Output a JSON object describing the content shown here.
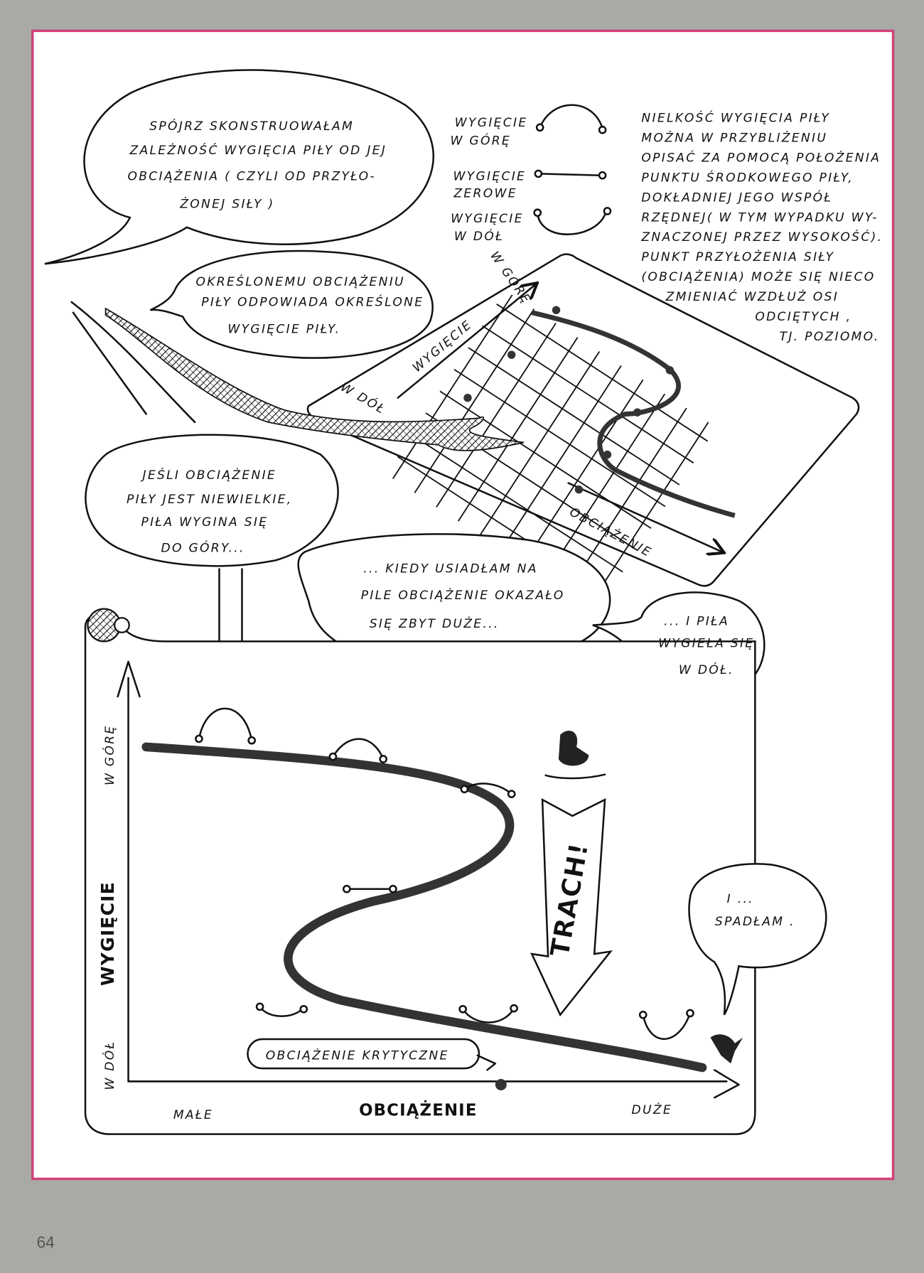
{
  "page_number": "64",
  "bubble_intro": [
    "SPÓJRZ SKONSTRUOWAŁAM",
    "ZALEŻNOŚĆ WYGIĘCIA PIŁY OD JEJ",
    "OBCIĄŻENIA ( CZYLI OD PRZYŁO-",
    "ŻONEJ SIŁY )"
  ],
  "legend": {
    "up": [
      "WYGIĘCIE",
      "W GÓRĘ"
    ],
    "zero": [
      "WYGIĘCIE",
      "ZEROWE"
    ],
    "down": [
      "WYGIĘCIE",
      "W DÓŁ"
    ]
  },
  "explanation": [
    "NIELKOŚĆ WYGIĘCIA PIŁY",
    "MOŻNA W PRZYBLIŻENIU",
    "OPISAĆ ZA POMOCĄ POŁOŻENIA",
    "PUNKTU ŚRODKOWEGO PIŁY,",
    "DOKŁADNIEJ JEGO WSPÓŁ",
    "RZĘDNEJ( W TYM WYPADKU WY-",
    "ZNACZONEJ PRZEZ WYSOKOŚĆ).",
    "PUNKT PRZYŁOŻENIA SIŁY",
    "(OBCIĄŻENIA) MOŻE SIĘ NIECO",
    "ZMIENIAĆ WZDŁUŻ OSI",
    "ODCIĘTYCH ,",
    "TJ. POZIOMO."
  ],
  "bubble_load": [
    "OKREŚLONEMU OBCIĄŻENIU",
    "PIŁY ODPOWIADA OKREŚLONE",
    "WYGIĘCIE PIŁY."
  ],
  "graph_paper": {
    "up_label": "W GÓRĘ",
    "axis_y": "WYGIĘCIE",
    "down_label": "W DÓŁ",
    "axis_x": "OBCIĄŻENIE"
  },
  "bubble_small": [
    "JEŚLI OBCIĄŻENIE",
    "PIŁY JEST NIEWIELKIE,",
    "PIŁA WYGINA SIĘ",
    "DO GÓRY..."
  ],
  "bubble_sat": [
    "... KIEDY USIADŁAM NA",
    "PILE OBCIĄŻENIE OKAZAŁO",
    "SIĘ ZBYT DUŻE..."
  ],
  "bubble_down": [
    "... I PIŁA",
    "WYGIEŁA SIĘ",
    "W DÓŁ."
  ],
  "chart": {
    "y_up": "W GÓRĘ",
    "y_label": "WYGIĘCIE",
    "y_down": "W DÓŁ",
    "x_small": "MAŁE",
    "x_label": "OBCIĄŻENIE",
    "x_large": "DUŻE",
    "critical": "OBCIĄŻENIE KRYTYCZNE",
    "crash": "TRACH!"
  },
  "bubble_fell": [
    "I ...",
    "SPADŁAM ."
  ],
  "colors": {
    "border": "#d0407a",
    "background": "#a9aaa5",
    "paper": "#ffffff"
  }
}
